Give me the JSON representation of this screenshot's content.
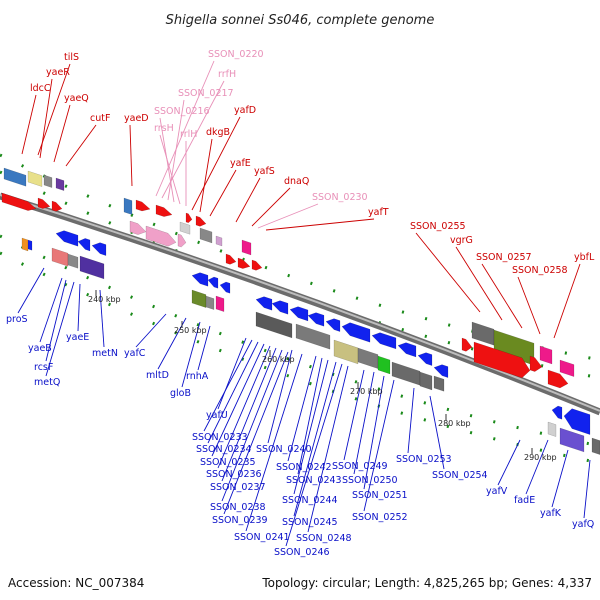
{
  "title": "Shigella sonnei Ss046, complete genome",
  "accession": "Accession: NC_007384",
  "summary": "Topology: circular; Length: 4,825,265 bp; Genes: 4,337",
  "colors": {
    "forward_label": "#cc0000",
    "rna_label": "#e890b8",
    "reverse_label": "#0a10c8",
    "forward_arrow": "#ee1111",
    "reverse_arrow": "#1122ee",
    "rna_arrow": "#f0a0c8",
    "backbone": "#8c8c8c"
  },
  "ticks": [
    "240 kbp",
    "250 kbp",
    "260 kbp",
    "270 kbp",
    "280 kbp",
    "290 kbp"
  ],
  "top_labels": [
    "tilS",
    "yaeR",
    "ldcC",
    "yaeQ",
    "cutF",
    "yaeD",
    "SSON_0220",
    "rrfH",
    "SSON_0217",
    "SSON_0216",
    "rrsH",
    "rrlH",
    "yafD",
    "dkgB",
    "yafE",
    "yafS",
    "dnaQ",
    "SSON_0230",
    "yafT",
    "SSON_0255",
    "vgrG",
    "SSON_0257",
    "SSON_0258",
    "ybfL"
  ],
  "bottom_labels": [
    "proS",
    "yaeB",
    "yaeE",
    "rcsF",
    "metQ",
    "metN",
    "yafC",
    "mltD",
    "rnhA",
    "gloB",
    "yafU",
    "SSON_0233",
    "SSON_0234",
    "SSON_0235",
    "SSON_0236",
    "SSON_0237",
    "SSON_0238",
    "SSON_0239",
    "SSON_0240",
    "SSON_0241",
    "SSON_0242",
    "SSON_0243",
    "SSON_0244",
    "SSON_0245",
    "SSON_0246",
    "SSON_0248",
    "SSON_0249",
    "SSON_0250",
    "SSON_0251",
    "SSON_0252",
    "SSON_0253",
    "SSON_0254",
    "yafV",
    "fadE",
    "yafK",
    "yafQ"
  ]
}
